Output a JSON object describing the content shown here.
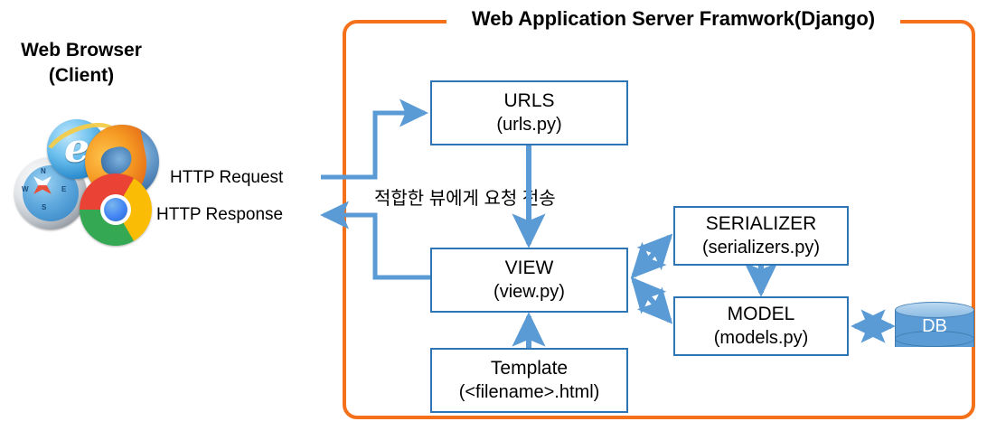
{
  "client": {
    "title": "Web Browser\n(Client)",
    "icons": [
      {
        "name": "internet-explorer-icon",
        "label": "e"
      },
      {
        "name": "firefox-icon",
        "label": ""
      },
      {
        "name": "safari-icon",
        "label": ""
      },
      {
        "name": "chrome-icon",
        "label": ""
      }
    ],
    "safari_ticks": {
      "n": "N",
      "s": "S",
      "e": "E",
      "w": "W"
    }
  },
  "connections": {
    "http_request": "HTTP Request",
    "http_response": "HTTP Response"
  },
  "framework": {
    "title": "Web Application Server Framwork(Django)"
  },
  "flow_caption": "적합한 뷰에게  요청 전송",
  "nodes": {
    "urls": {
      "title": "URLS",
      "file": "(urls.py)"
    },
    "view": {
      "title": "VIEW",
      "file": "(view.py)"
    },
    "template": {
      "title": "Template",
      "file": "(<filename>.html)"
    },
    "serializer": {
      "title": "SERIALIZER",
      "file": "(serializers.py)"
    },
    "model": {
      "title": "MODEL",
      "file": "(models.py)"
    },
    "database": {
      "label": "DB"
    }
  },
  "colors": {
    "frame_orange": "#F4701A",
    "arrow_blue": "#5B9BD5",
    "box_border_blue": "#2E75B6",
    "db_fill": "#5B9BD5",
    "text_black": "#000000",
    "background": "#ffffff"
  }
}
